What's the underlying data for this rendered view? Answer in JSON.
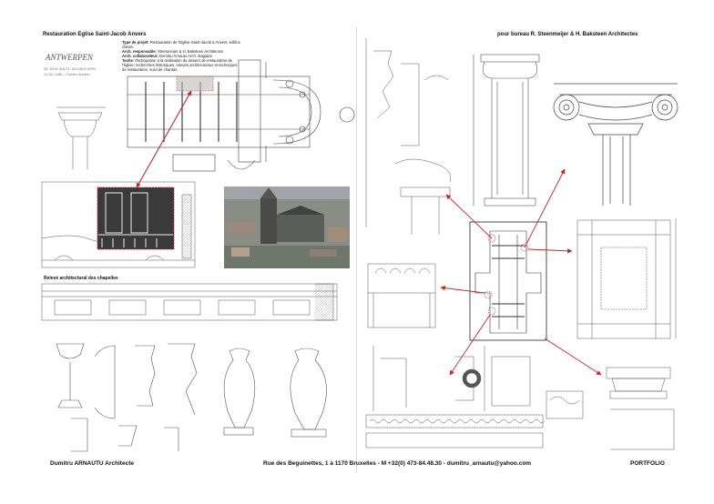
{
  "header": {
    "left_title": "Restauration Eglise Saint-Jacob Anvers",
    "right_title": "pour bureau R. Steenmeijer & H. Baksteen Architectes"
  },
  "project_info": [
    {
      "label": "Type de projet:",
      "text": "Restauration de l'Eglise Saint-Jacob à Anvers, édifice classé."
    },
    {
      "label": "Arch. responsable:",
      "text": "Steenmeijer & H. Baksteen Architecten"
    },
    {
      "label": "Arch. collaborateur:",
      "text": "Dumitru Arnautu Arch. stagiaire"
    },
    {
      "label": "Tache:",
      "text": "Participation à la réalisation du dossier de restauration de l'église, recherches historiques, relevés architecturaux et techniques de restauration, suivi de chantier."
    }
  ],
  "drawing_stamp": {
    "line1": "ANTWERPEN",
    "line2": "DE JOHN VAN ST. JACOBUS KERK",
    "line3": "13 JUL 1988 — Dumitru Arnautu"
  },
  "caption": "Relevé architectural des chapelles",
  "footer": {
    "left": "Dumitru ARNAUTU  Architecte",
    "center": "Rue des Beguinettes, 1 à 1170 Bruxelles  -  M +32(0) 473-84.48.30  -  dumitru_arnautu@yahoo.com",
    "right": "PORTFOLIO"
  },
  "colors": {
    "arrow": "#c0282d",
    "ink": "#333333",
    "fold": "#d8d8d8"
  }
}
